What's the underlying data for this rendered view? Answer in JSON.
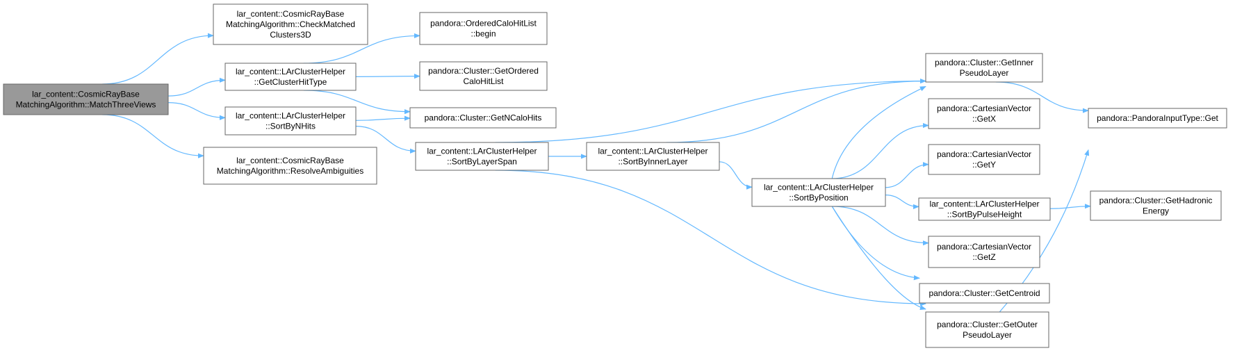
{
  "nodes": [
    {
      "id": "match",
      "lines": [
        "lar_content::CosmicRayBase",
        "MatchingAlgorithm::MatchThreeViews"
      ],
      "root": true
    },
    {
      "id": "check",
      "lines": [
        "lar_content::CosmicRayBase",
        "MatchingAlgorithm::CheckMatched",
        "Clusters3D"
      ]
    },
    {
      "id": "gethittype",
      "lines": [
        "lar_content::LArClusterHelper",
        "::GetClusterHitType"
      ]
    },
    {
      "id": "sortbynhits",
      "lines": [
        "lar_content::LArClusterHelper",
        "::SortByNHits"
      ]
    },
    {
      "id": "resolve",
      "lines": [
        "lar_content::CosmicRayBase",
        "MatchingAlgorithm::ResolveAmbiguities"
      ]
    },
    {
      "id": "begin",
      "lines": [
        "pandora::OrderedCaloHitList",
        "::begin"
      ]
    },
    {
      "id": "getordered",
      "lines": [
        "pandora::Cluster::GetOrdered",
        "CaloHitList"
      ]
    },
    {
      "id": "getncalo",
      "lines": [
        "pandora::Cluster::GetNCaloHits"
      ]
    },
    {
      "id": "layerspan",
      "lines": [
        "lar_content::LArClusterHelper",
        "::SortByLayerSpan"
      ]
    },
    {
      "id": "innerlayer",
      "lines": [
        "lar_content::LArClusterHelper",
        "::SortByInnerLayer"
      ]
    },
    {
      "id": "position",
      "lines": [
        "lar_content::LArClusterHelper",
        "::SortByPosition"
      ]
    },
    {
      "id": "getinner",
      "lines": [
        "pandora::Cluster::GetInner",
        "PseudoLayer"
      ]
    },
    {
      "id": "getx",
      "lines": [
        "pandora::CartesianVector",
        "::GetX"
      ]
    },
    {
      "id": "gety",
      "lines": [
        "pandora::CartesianVector",
        "::GetY"
      ]
    },
    {
      "id": "pulseheight",
      "lines": [
        "lar_content::LArClusterHelper",
        "::SortByPulseHeight"
      ]
    },
    {
      "id": "getz",
      "lines": [
        "pandora::CartesianVector",
        "::GetZ"
      ]
    },
    {
      "id": "centroid",
      "lines": [
        "pandora::Cluster::GetCentroid"
      ]
    },
    {
      "id": "getouter",
      "lines": [
        "pandora::Cluster::GetOuter",
        "PseudoLayer"
      ]
    },
    {
      "id": "inputtype",
      "lines": [
        "pandora::PandoraInputType::Get"
      ]
    },
    {
      "id": "hadronic",
      "lines": [
        "pandora::Cluster::GetHadronic",
        "Energy"
      ]
    }
  ],
  "edges": [
    [
      "match",
      "check"
    ],
    [
      "match",
      "gethittype"
    ],
    [
      "match",
      "sortbynhits"
    ],
    [
      "match",
      "resolve"
    ],
    [
      "gethittype",
      "begin"
    ],
    [
      "gethittype",
      "getordered"
    ],
    [
      "gethittype",
      "getncalo"
    ],
    [
      "sortbynhits",
      "getncalo"
    ],
    [
      "sortbynhits",
      "layerspan"
    ],
    [
      "layerspan",
      "getinner"
    ],
    [
      "layerspan",
      "innerlayer"
    ],
    [
      "layerspan",
      "getouter"
    ],
    [
      "innerlayer",
      "getinner"
    ],
    [
      "innerlayer",
      "position"
    ],
    [
      "position",
      "getinner"
    ],
    [
      "position",
      "getx"
    ],
    [
      "position",
      "gety"
    ],
    [
      "position",
      "pulseheight"
    ],
    [
      "position",
      "getz"
    ],
    [
      "position",
      "centroid"
    ],
    [
      "position",
      "getouter"
    ],
    [
      "getinner",
      "inputtype"
    ],
    [
      "getouter",
      "inputtype"
    ],
    [
      "pulseheight",
      "hadronic"
    ]
  ],
  "colors": {
    "edge": "#63b8ff",
    "node_border": "#666666",
    "root_fill": "#999999"
  }
}
